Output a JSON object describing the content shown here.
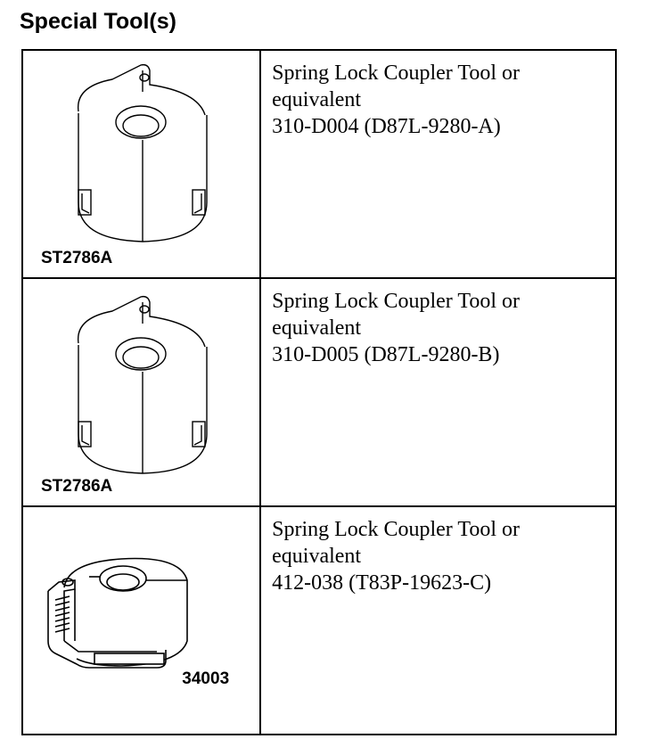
{
  "heading": "Special Tool(s)",
  "tools": [
    {
      "line1": "Spring Lock Coupler Tool or",
      "line2": "equivalent",
      "line3": "310-D004 (D87L-9280-A)",
      "image_code": "ST2786A",
      "illustration": "spring-lock-coupler-tool"
    },
    {
      "line1": "Spring Lock Coupler Tool or",
      "line2": "equivalent",
      "line3": "310-D005 (D87L-9280-B)",
      "image_code": "ST2786A",
      "illustration": "spring-lock-coupler-tool"
    },
    {
      "line1": "Spring Lock Coupler Tool or",
      "line2": "equivalent",
      "line3": "412-038 (T83P-19623-C)",
      "image_code": "34003",
      "illustration": "spring-lock-coupler-tool-with-spring"
    }
  ]
}
